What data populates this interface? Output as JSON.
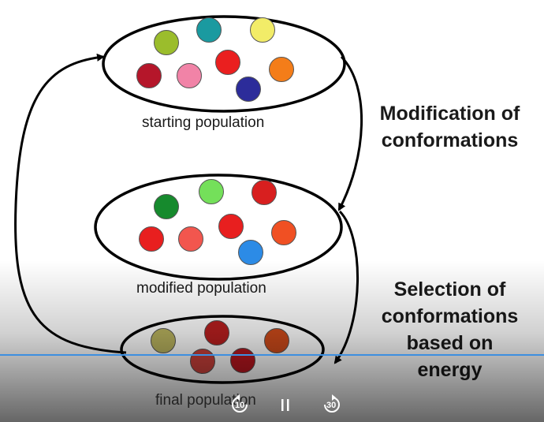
{
  "diagram": {
    "populations": [
      {
        "id": "starting",
        "label": "starting population",
        "dots": [
          {
            "color": "#9bbd2c"
          },
          {
            "color": "#1a9aa0"
          },
          {
            "color": "#f2ec68"
          },
          {
            "color": "#b5162a"
          },
          {
            "color": "#f183a7"
          },
          {
            "color": "#ea1f1f"
          },
          {
            "color": "#f47d19"
          },
          {
            "color": "#2c2c9a"
          }
        ]
      },
      {
        "id": "modified",
        "label": "modified population",
        "dots": [
          {
            "color": "#168a2d"
          },
          {
            "color": "#74e05a"
          },
          {
            "color": "#d81f1f"
          },
          {
            "color": "#e81f1f"
          },
          {
            "color": "#f2564e"
          },
          {
            "color": "#e81f1f"
          },
          {
            "color": "#f05023"
          },
          {
            "color": "#2c8be6"
          }
        ]
      },
      {
        "id": "final",
        "label": "final population",
        "dots": [
          {
            "color": "#b8b25e"
          },
          {
            "color": "#b81f1f"
          },
          {
            "color": "#c9403a"
          },
          {
            "color": "#b8161f"
          },
          {
            "color": "#cc4a1a"
          }
        ]
      }
    ],
    "steps": [
      {
        "id": "modification",
        "text": "Modification of conformations",
        "lines": [
          "Modification of",
          "conformations"
        ]
      },
      {
        "id": "selection",
        "text": "Selection of conformations based on energy",
        "lines": [
          "Selection of",
          "conformations",
          "based on",
          "energy"
        ]
      }
    ]
  },
  "player": {
    "rewind": {
      "icon": "rewind-icon",
      "seconds": "10"
    },
    "pause": {
      "icon": "pause-icon"
    },
    "forward": {
      "icon": "fast-forward-icon",
      "seconds": "30"
    },
    "progress_color": "#3d8fe0"
  }
}
